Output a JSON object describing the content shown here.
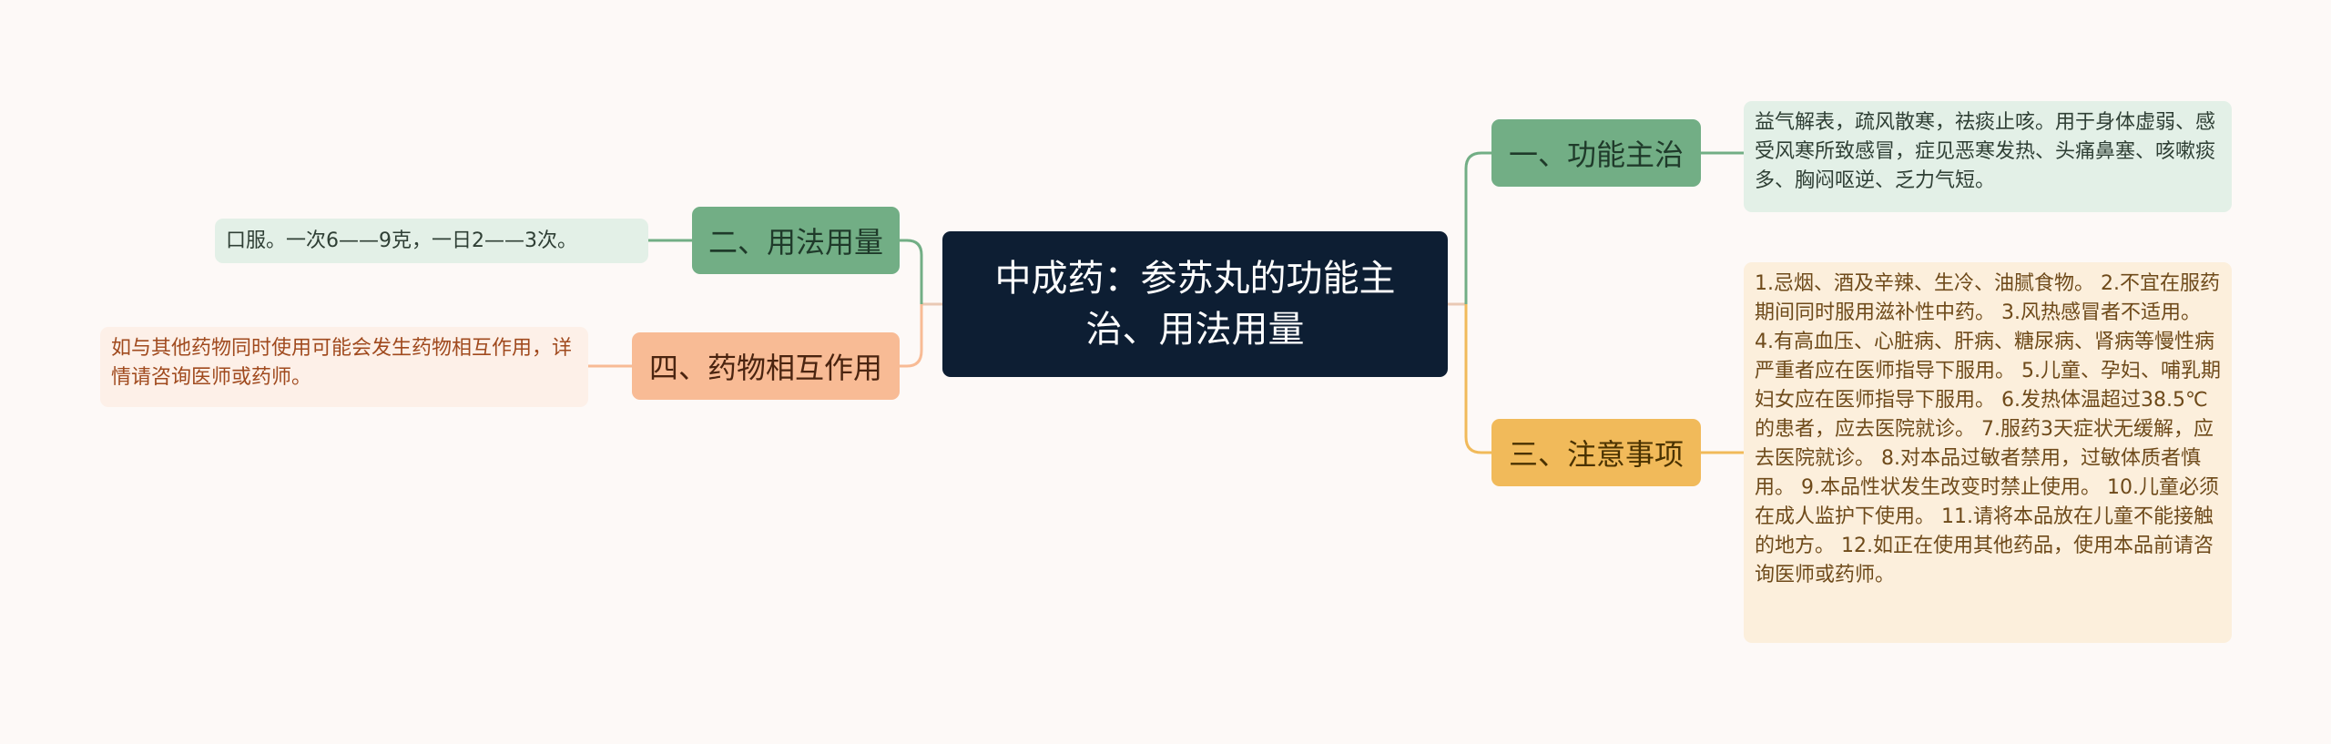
{
  "center": {
    "title": "中成药：参苏丸的功能主治、用法用量"
  },
  "branches": {
    "function": {
      "label": "一、功能主治",
      "detail": "益气解表，疏风散寒，祛痰止咳。用于身体虚弱、感受风寒所致感冒，症见恶寒发热、头痛鼻塞、咳嗽痰多、胸闷呕逆、乏力气短。"
    },
    "usage": {
      "label": "二、用法用量",
      "detail": "口服。一次6——9克，一日2——3次。"
    },
    "precautions": {
      "label": "三、注意事项",
      "detail": "1.忌烟、酒及辛辣、生冷、油腻食物。 2.不宜在服药期间同时服用滋补性中药。 3.风热感冒者不适用。 4.有高血压、心脏病、肝病、糖尿病、肾病等慢性病严重者应在医师指导下服用。 5.儿童、孕妇、哺乳期妇女应在医师指导下服用。 6.发热体温超过38.5℃的患者，应去医院就诊。 7.服药3天症状无缓解，应去医院就诊。 8.对本品过敏者禁用，过敏体质者慎用。 9.本品性状发生改变时禁止使用。 10.儿童必须在成人监护下使用。 11.请将本品放在儿童不能接触的地方。 12.如正在使用其他药品，使用本品前请咨询医师或药师。"
    },
    "interactions": {
      "label": "四、药物相互作用",
      "detail": "如与其他药物同时使用可能会发生药物相互作用，详情请咨询医师或药师。"
    }
  },
  "colors": {
    "background": "#fdf9f7",
    "center": "#0d1e33",
    "green": "#72ae85",
    "orange": "#f1ba5a",
    "salmon": "#f8bb95",
    "leaf_green": "#e3f0e7",
    "leaf_orange": "#fcefdc",
    "leaf_salmon": "#fdf0e8"
  }
}
